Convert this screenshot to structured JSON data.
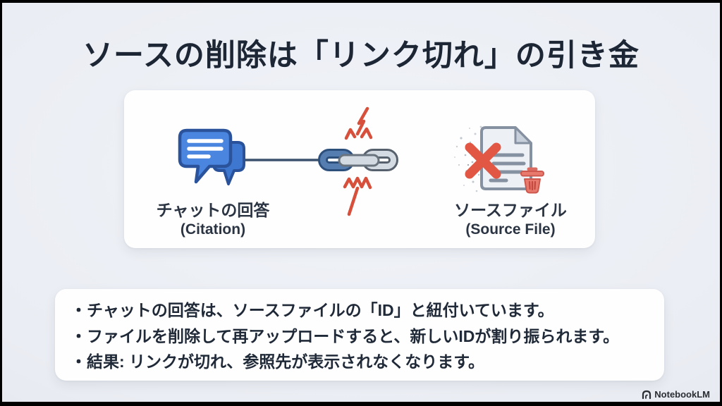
{
  "slide": {
    "title": "ソースの削除は「リンク切れ」の引き金",
    "diagram": {
      "chat": {
        "icon": "chat-bubbles-icon",
        "label": "チャットの回答",
        "sublabel": "(Citation)"
      },
      "link": {
        "icon": "broken-chain-icon",
        "spark_icon": "break-spark-icon"
      },
      "source": {
        "icon": "deleted-file-icon",
        "x_icon": "x-mark-icon",
        "trash_icon": "trash-icon",
        "label": "ソースファイル",
        "sublabel": "(Source File)"
      }
    },
    "bullets": [
      "・チャットの回答は、ソースファイルの「ID」と紐付いています。",
      "・ファイルを削除して再アップロードすると、新しいIDが割り振られます。",
      "・結果: リンクが切れ、参照先が表示されなくなります。"
    ],
    "footer": {
      "icon": "notebooklm-logo-icon",
      "brand": "NotebookLM"
    },
    "colors": {
      "background": "#eaedf3",
      "title_text": "#1d2634",
      "card_bg": "#fefefe",
      "bubble_blue": "#4a86e0",
      "bubble_blue_dark": "#2a539b",
      "chain_blue": "#567daf",
      "chain_blue_border": "#2d4f7c",
      "chain_gray": "#d5dbe2",
      "chain_gray_border": "#57616e",
      "spark_red": "#d7503c",
      "x_red": "#e25744",
      "trash_red": "#e8796d",
      "page_gray": "#edf0f5",
      "page_border": "#8590a0"
    }
  }
}
